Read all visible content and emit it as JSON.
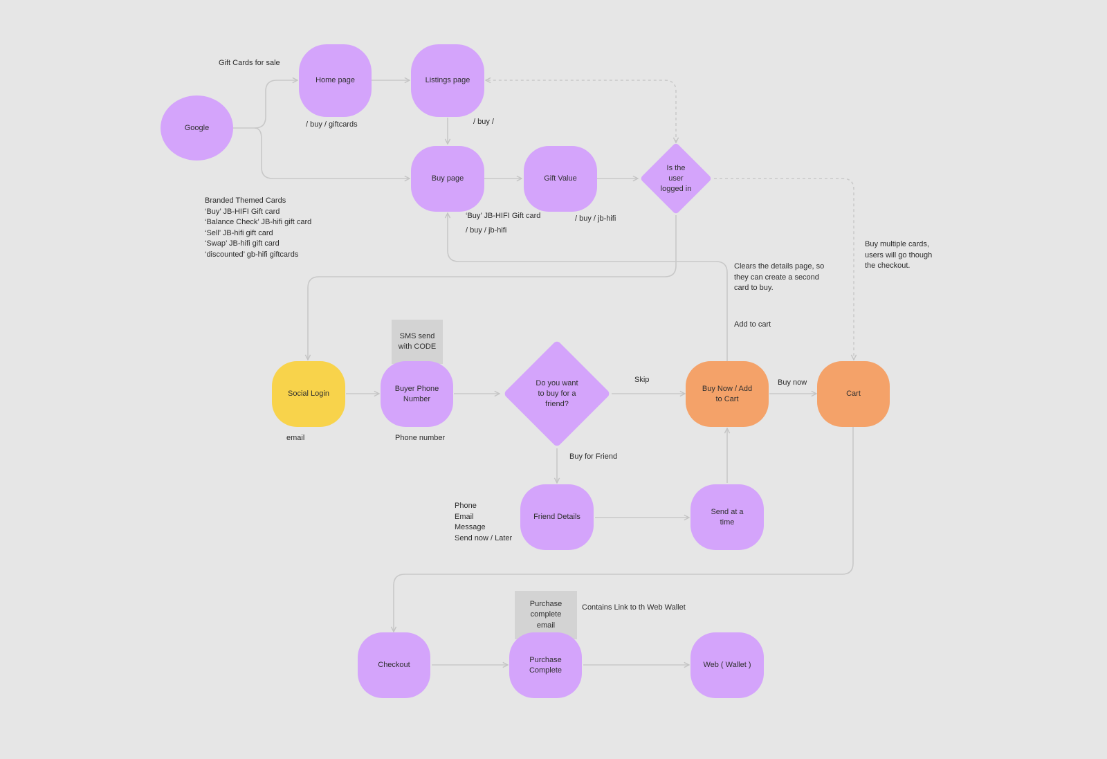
{
  "nodes": {
    "google": "Google",
    "home_page": "Home page",
    "listings_page": "Listings page",
    "buy_page": "Buy page",
    "gift_value": "Gift Value",
    "logged_in": "Is the\nuser\nlogged in",
    "social_login": "Social Login",
    "buyer_phone": "Buyer Phone\nNumber",
    "buy_for_friend_q": "Do you want\nto buy for a\nfriend?",
    "buy_now_add": "Buy Now / Add\nto Cart",
    "cart": "Cart",
    "friend_details": "Friend Details",
    "send_at_time": "Send at a\ntime",
    "checkout": "Checkout",
    "purchase_complete": "Purchase\nComplete",
    "web_wallet": "Web ( Wallet )"
  },
  "notes": {
    "sms": "SMS send\nwith CODE",
    "purchase_email": "Purchase\ncomplete\nemail"
  },
  "labels": {
    "gift_cards_sale": "Gift Cards for sale",
    "buy_giftcards": "/ buy / giftcards",
    "buy_slash": "/ buy /",
    "branded": "Branded Themed Cards\n‘Buy’ JB-HIFI Gift card\n‘Balance Check’ JB-hifi gift card\n‘Sell’ JB-hifi gift card\n‘Swap’ JB-hifi gift card\n‘discounted’ gb-hifi giftcards",
    "buy_jbhifi_card": "‘Buy’ JB-HIFI Gift card",
    "buy_jbhifi_path": "/ buy / jb-hifi",
    "gift_value_path": "/ buy / jb-hifi",
    "clears": "Clears the details page, so\nthey can create a second\ncard to buy.",
    "buy_multiple": "Buy multiple cards,\nusers will go though\nthe checkout.",
    "add_to_cart": "Add to cart",
    "skip": "Skip",
    "buy_now": "Buy now",
    "email": "email",
    "phone_number": "Phone number",
    "buy_for_friend": "Buy for Friend",
    "friend_fields": "Phone\nEmail\nMessage\nSend now / Later",
    "contains_link": "Contains Link to th Web Wallet"
  },
  "colors": {
    "purple": "#d4a4fb",
    "yellow": "#f8d34b",
    "orange": "#f4a269",
    "connector": "#c8c8c8",
    "background": "#e6e6e6"
  }
}
